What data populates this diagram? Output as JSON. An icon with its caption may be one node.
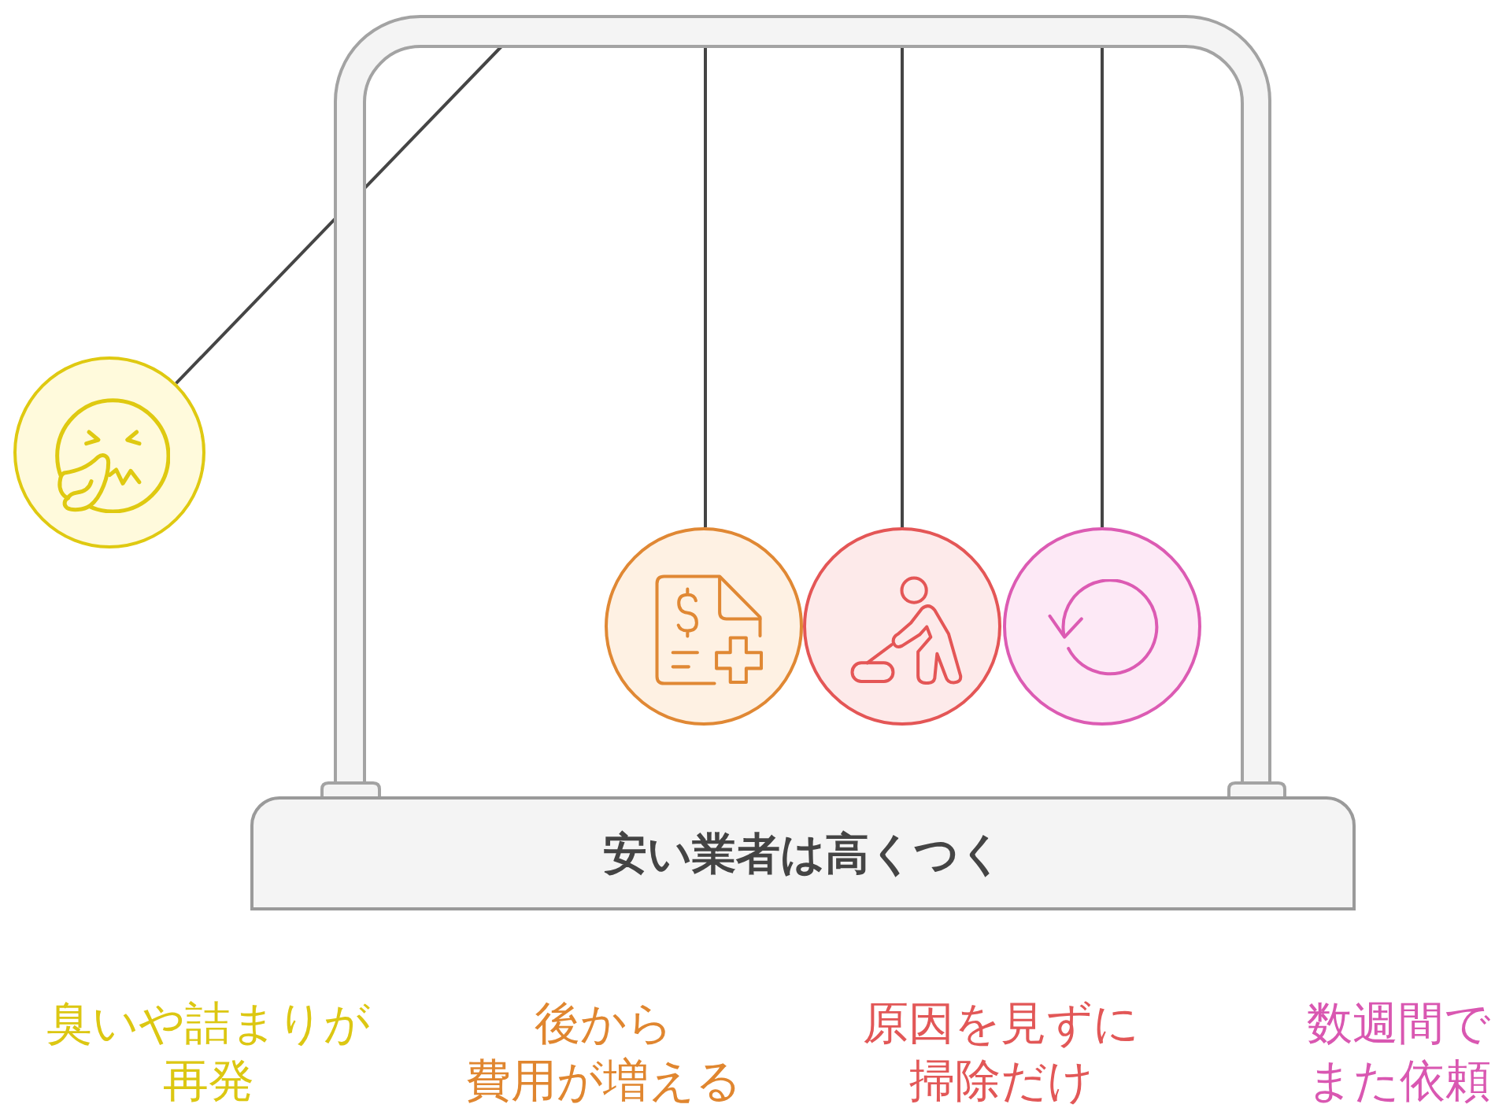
{
  "diagram": {
    "nodes": [
      {
        "text": [],
        "shape": "circle"
      },
      {
        "text": [],
        "shape": "circle"
      },
      {
        "text": [],
        "shape": "circle"
      },
      {
        "text": [],
        "shape": "circle"
      },
      {
        "text": [
          "安い業者は高くつく"
        ]
      }
    ],
    "labels": [
      "臭いや詰まりが再発",
      "後から費用が増える",
      "原因を見ずに掃除だけ",
      "数週間でまた依頼"
    ]
  }
}
